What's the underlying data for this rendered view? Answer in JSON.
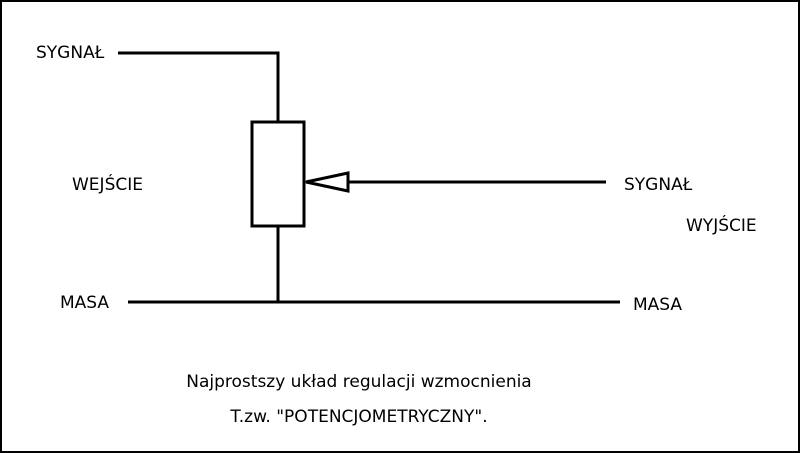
{
  "labels": {
    "input_signal": "SYGNAŁ",
    "input_side": "WEJŚCIE",
    "input_ground": "MASA",
    "output_signal": "SYGNAŁ",
    "output_side": "WYJŚCIE",
    "output_ground": "MASA"
  },
  "caption": {
    "line1": "Najprostszy układ regulacji wzmocnienia",
    "line2": "T.zw. \"POTENCJOMETRYCZNY\"."
  },
  "colors": {
    "line": "#000000",
    "background": "#ffffff"
  }
}
